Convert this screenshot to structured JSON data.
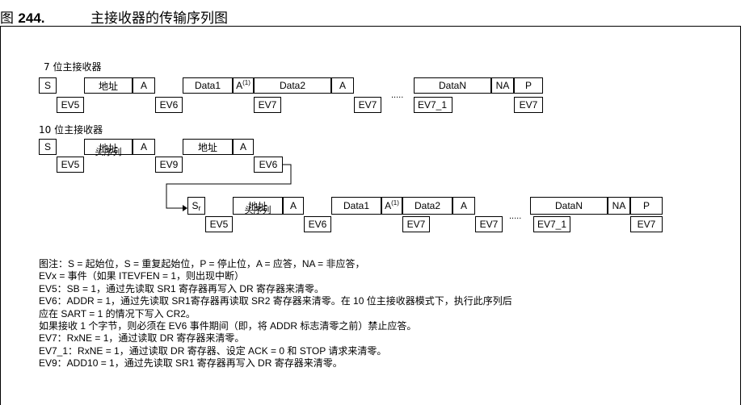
{
  "figure": {
    "number": "244.",
    "prefix": "图",
    "caption": "主接收器的传输序列图"
  },
  "section7": {
    "label": "7 位主接收器",
    "top": [
      {
        "text": "S"
      },
      {
        "text": "地址"
      },
      {
        "text": "A"
      },
      {
        "text": "Data1"
      },
      {
        "text": "A",
        "sup": "(1)"
      },
      {
        "text": "Data2"
      },
      {
        "text": "A"
      },
      {
        "text": "DataN"
      },
      {
        "text": "NA"
      },
      {
        "text": "P"
      }
    ],
    "bottom": [
      {
        "text": "EV5"
      },
      {
        "text": "EV6"
      },
      {
        "text": "EV7"
      },
      {
        "text": "EV7"
      },
      {
        "text": "EV7_1"
      },
      {
        "text": "EV7"
      }
    ],
    "dots": "....."
  },
  "section10": {
    "label": "10 位主接收器",
    "row1_top": [
      {
        "text": "S"
      },
      {
        "text": "地址"
      },
      {
        "text": "A"
      },
      {
        "text": "地址"
      },
      {
        "text": "A"
      }
    ],
    "row1_header": "头序列",
    "row1_bottom": [
      {
        "text": "EV5"
      },
      {
        "text": "EV9"
      },
      {
        "text": "EV6"
      }
    ],
    "row2_top": [
      {
        "text": "S",
        "sub": "r"
      },
      {
        "text": "地址"
      },
      {
        "text": "A"
      },
      {
        "text": "Data1"
      },
      {
        "text": "A",
        "sup": "(1)"
      },
      {
        "text": "Data2"
      },
      {
        "text": "A"
      },
      {
        "text": "DataN"
      },
      {
        "text": "NA"
      },
      {
        "text": "P"
      }
    ],
    "row2_header": "头序列",
    "row2_bottom": [
      {
        "text": "EV5"
      },
      {
        "text": "EV6"
      },
      {
        "text": "EV7"
      },
      {
        "text": "EV7"
      },
      {
        "text": "EV7_1"
      },
      {
        "text": "EV7"
      }
    ],
    "dots": "....."
  },
  "notes": [
    "图注：S = 起始位，S = 重复起始位，P = 停止位，A = 应答，NA = 非应答，",
    "EVx = 事件（如果 ITEVFEN = 1，则出现中断）",
    "EV5：SB = 1，通过先读取 SR1 寄存器再写入 DR 寄存器来清零。",
    "EV6：ADDR = 1，通过先读取 SR1寄存器再读取 SR2 寄存器来清零。在 10 位主接收器模式下，执行此序列后",
    "应在 SART = 1 的情况下写入 CR2。",
    "如果接收 1 个字节，则必须在 EV6 事件期间（即，将 ADDR 标志清零之前）禁止应答。",
    "EV7：RxNE = 1，通过读取 DR 寄存器来清零。",
    "EV7_1：RxNE = 1，通过读取 DR 寄存器、设定 ACK = 0 和 STOP 请求来清零。",
    "EV9：ADD10 = 1，通过先读取 SR1 寄存器再写入 DR 寄存器来清零。"
  ]
}
